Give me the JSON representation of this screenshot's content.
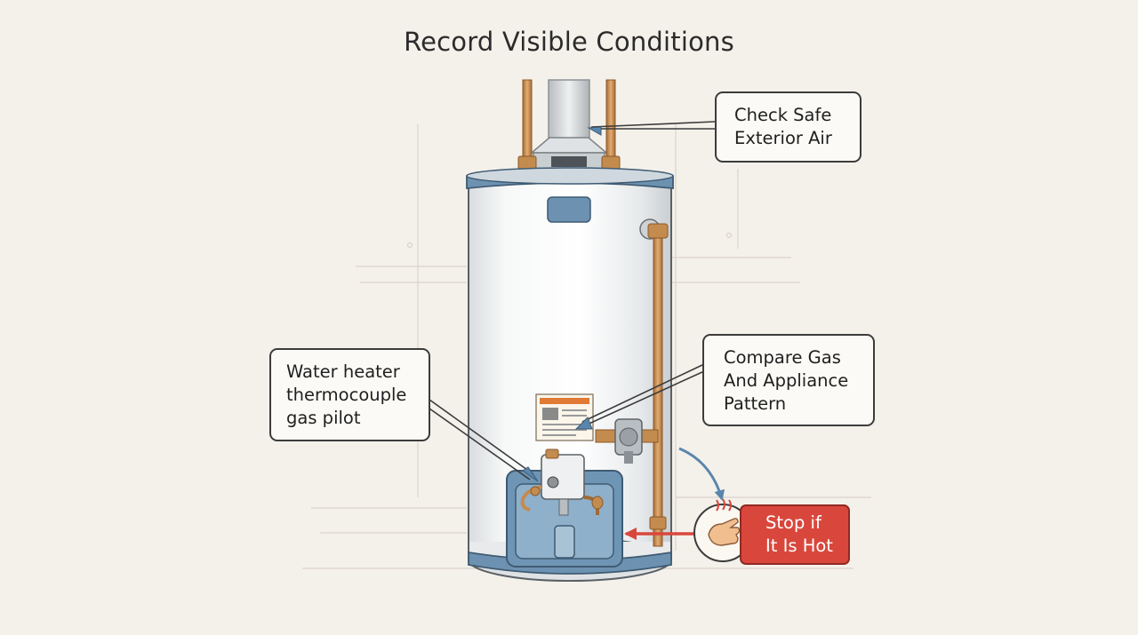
{
  "title": "Record Visible Conditions",
  "callouts": {
    "exterior_air": {
      "line1": "Check Safe",
      "line2": "Exterior Air"
    },
    "compare_gas": {
      "line1": "Compare Gas",
      "line2": "And Appliance",
      "line3": "Pattern"
    },
    "thermocouple": {
      "line1": "Water heater",
      "line2": "thermocouple",
      "line3": "gas pilot"
    },
    "hot_warning": {
      "line1": "Stop if",
      "line2": "It Is Hot"
    }
  },
  "icons": [
    "hand-heat-icon",
    "warning-label-icon"
  ],
  "colors": {
    "background": "#f4f1ea",
    "tank_accent": "#5f86a5",
    "copper_pipe": "#c48b4e",
    "arrow": "#5a86ad",
    "warning": "#d9473c"
  }
}
